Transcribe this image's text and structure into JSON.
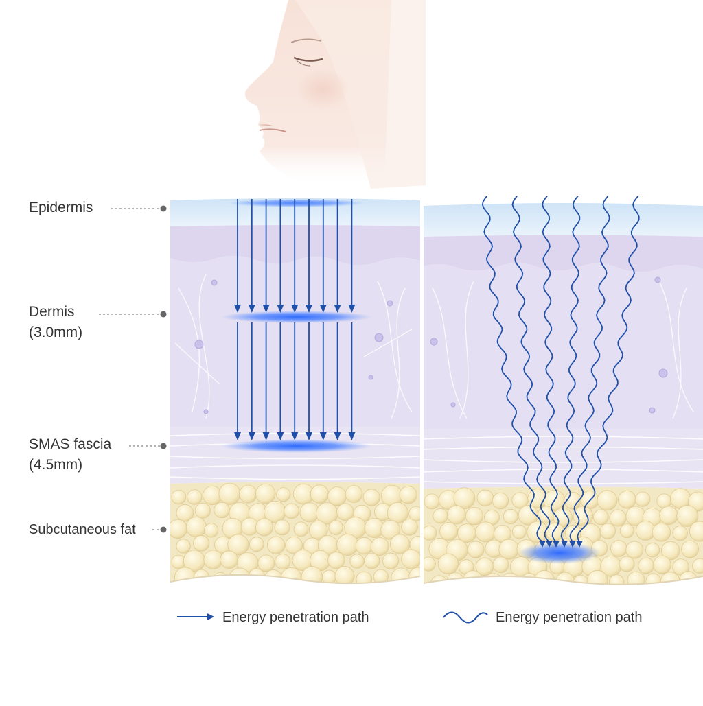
{
  "layers": [
    {
      "id": "epidermis",
      "name": "Epidermis",
      "depth": ""
    },
    {
      "id": "dermis",
      "name": "Dermis",
      "depth": "(3.0mm)"
    },
    {
      "id": "smas",
      "name": "SMAS fascia",
      "depth": "(4.5mm)"
    },
    {
      "id": "fat",
      "name": "Subcutaneous fat",
      "depth": ""
    }
  ],
  "legend": {
    "straight_label": "Energy penetration path",
    "wave_label": "Energy penetration path"
  },
  "colors": {
    "arrow": "#1f4fa8",
    "focus_glow": "#2f6bff",
    "epidermis": "#dbeaf7",
    "dermis": "#e4dff2",
    "smas": "#e9e4f3",
    "fat": "#f3e8c4",
    "label_text": "#333333",
    "leader": "#777777"
  },
  "icons": [
    "face-profile-illustration",
    "straight-arrow-icon",
    "wave-arrow-icon"
  ]
}
